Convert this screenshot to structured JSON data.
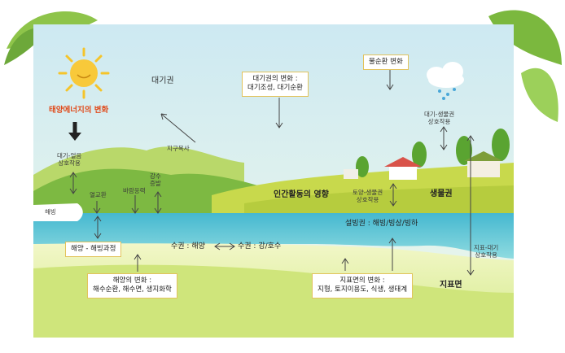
{
  "title_solar": "태양에너지의 변화",
  "atmosphere": "대기권",
  "earth_radiation": "지구복사",
  "atmo_change_box": {
    "line1": "대기권의 변화 :",
    "line2": "대기조성, 대기순환"
  },
  "water_cycle_box": "물순환 변화",
  "atmo_bio": {
    "line1": "대기-생물권",
    "line2": "상호작용"
  },
  "atmo_ice": {
    "line1": "대기-얼음",
    "line2": "상호작용"
  },
  "precipitation": {
    "line1": "강수",
    "line2": "증발"
  },
  "heat_exchange": "열교환",
  "wind_stress": "바람응력",
  "sea_ice": "해빙",
  "ocean_ice_process": "해양 - 해빙과정",
  "ocean_change_box": {
    "line1": "해양의 변화 :",
    "line2": "해수순환, 해수면, 생지화학"
  },
  "human_activity": "인간활동의 영향",
  "soil_bio": {
    "line1": "토양-생물권",
    "line2": "상호작용"
  },
  "biosphere": "생물권",
  "cryosphere": "설빙권 : 해빙/빙상/빙하",
  "hydro_ocean": "수권 : 해양",
  "hydro_river": "수권 : 강/호수",
  "surface_atmo": {
    "line1": "지표-대기",
    "line2": "상호작용"
  },
  "surface": "지표면",
  "surface_change_box": {
    "line1": "지표면의 변화 :",
    "line2": "지형, 토지이용도, 식생, 생태계"
  },
  "colors": {
    "sky": "#d8eef5",
    "ocean": "#5fc6d8",
    "land": "#c9d84a",
    "hill": "#7cbf3e",
    "accent_red": "#e04a1a",
    "box_border": "#e2c35c"
  }
}
